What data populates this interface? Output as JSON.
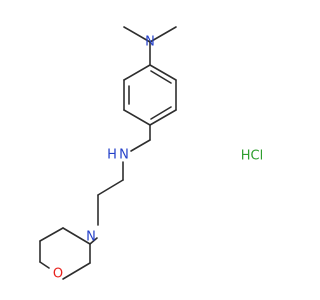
{
  "molecule": {
    "atoms": {
      "n_dimethyl": "N",
      "nh": "N",
      "h_of_nh": "H",
      "n_morpholine": "N",
      "o_morpholine": "O",
      "hcl": "HCl"
    },
    "colors": {
      "bond": "#2e2e2e",
      "nitrogen": "#2541c9",
      "oxygen": "#e8201c",
      "chlorine": "#2e9e2e"
    }
  }
}
